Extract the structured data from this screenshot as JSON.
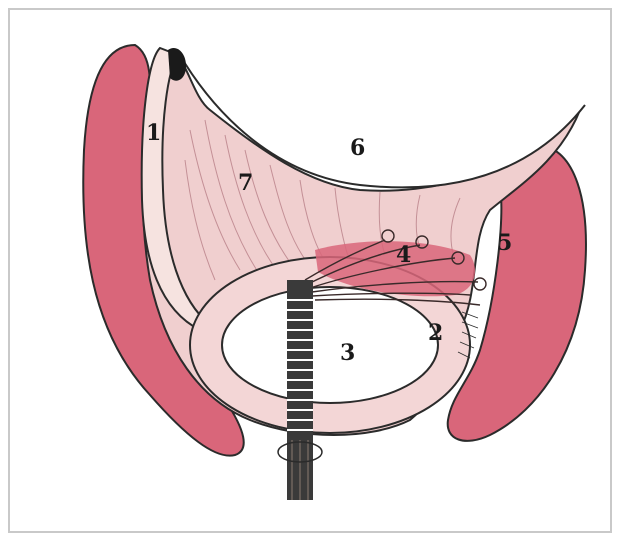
{
  "labels": {
    "one": "1",
    "two": "2",
    "three": "3",
    "four": "4",
    "five": "5",
    "six": "6",
    "seven": "7"
  },
  "colors": {
    "lobe": "#d9667a",
    "lobe_dark": "#c24e63",
    "tissue": "#f0cfcf",
    "tissue_light": "#f6e3e0",
    "outline": "#2b2b2b",
    "background": "#ffffff",
    "stem": "#3a3a3a"
  }
}
